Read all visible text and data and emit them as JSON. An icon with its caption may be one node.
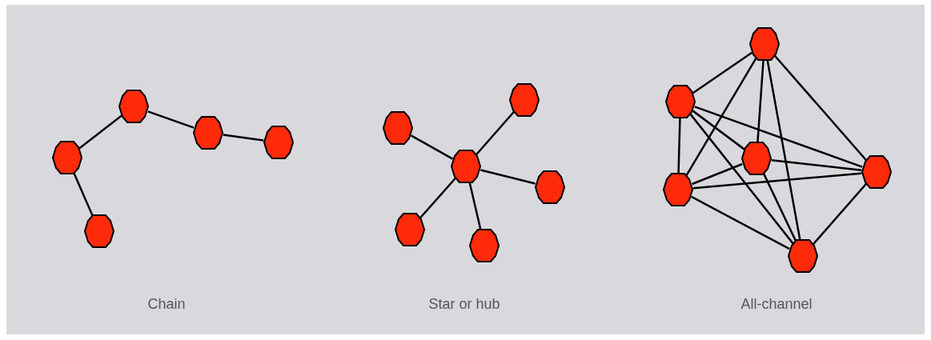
{
  "diagram": {
    "nodes": [
      {
        "text": [],
        "shape": "hexagon"
      },
      {
        "text": [],
        "shape": "hexagon"
      },
      {
        "text": [],
        "shape": "hexagon"
      },
      {
        "text": [],
        "shape": "hexagon"
      },
      {
        "text": [],
        "shape": "hexagon"
      },
      {
        "text": [],
        "shape": "hexagon"
      },
      {
        "text": [],
        "shape": "hexagon"
      },
      {
        "text": [],
        "shape": "hexagon"
      },
      {
        "text": [],
        "shape": "hexagon"
      },
      {
        "text": [],
        "shape": "hexagon"
      },
      {
        "text": [],
        "shape": "hexagon"
      },
      {
        "text": [],
        "shape": "hexagon"
      },
      {
        "text": [],
        "shape": "hexagon"
      },
      {
        "text": [],
        "shape": "hexagon"
      },
      {
        "text": [],
        "shape": "hexagon"
      },
      {
        "text": [],
        "shape": "hexagon"
      },
      {
        "text": [],
        "shape": "hexagon"
      }
    ],
    "edges": [
      {
        "from": 4,
        "to": 0,
        "arrow": "none"
      },
      {
        "from": 0,
        "to": 1,
        "arrow": "none"
      },
      {
        "from": 1,
        "to": 2,
        "arrow": "none"
      },
      {
        "from": 2,
        "to": 3,
        "arrow": "none"
      },
      {
        "from": 7,
        "to": 5,
        "arrow": "none"
      },
      {
        "from": 7,
        "to": 6,
        "arrow": "none"
      },
      {
        "from": 7,
        "to": 8,
        "arrow": "none"
      },
      {
        "from": 7,
        "to": 9,
        "arrow": "none"
      },
      {
        "from": 7,
        "to": 10,
        "arrow": "none"
      },
      {
        "from": 11,
        "to": 12,
        "arrow": "none"
      },
      {
        "from": 11,
        "to": 13,
        "arrow": "none"
      },
      {
        "from": 11,
        "to": 14,
        "arrow": "none"
      },
      {
        "from": 11,
        "to": 15,
        "arrow": "none"
      },
      {
        "from": 11,
        "to": 16,
        "arrow": "none"
      },
      {
        "from": 12,
        "to": 13,
        "arrow": "none"
      },
      {
        "from": 12,
        "to": 14,
        "arrow": "none"
      },
      {
        "from": 12,
        "to": 15,
        "arrow": "none"
      },
      {
        "from": 12,
        "to": 16,
        "arrow": "none"
      },
      {
        "from": 13,
        "to": 14,
        "arrow": "none"
      },
      {
        "from": 13,
        "to": 15,
        "arrow": "none"
      },
      {
        "from": 13,
        "to": 16,
        "arrow": "none"
      },
      {
        "from": 14,
        "to": 15,
        "arrow": "none"
      },
      {
        "from": 14,
        "to": 16,
        "arrow": "none"
      },
      {
        "from": 15,
        "to": 16,
        "arrow": "none"
      }
    ],
    "labels": [
      "Chain",
      "Star or hub",
      "All-channel"
    ]
  }
}
